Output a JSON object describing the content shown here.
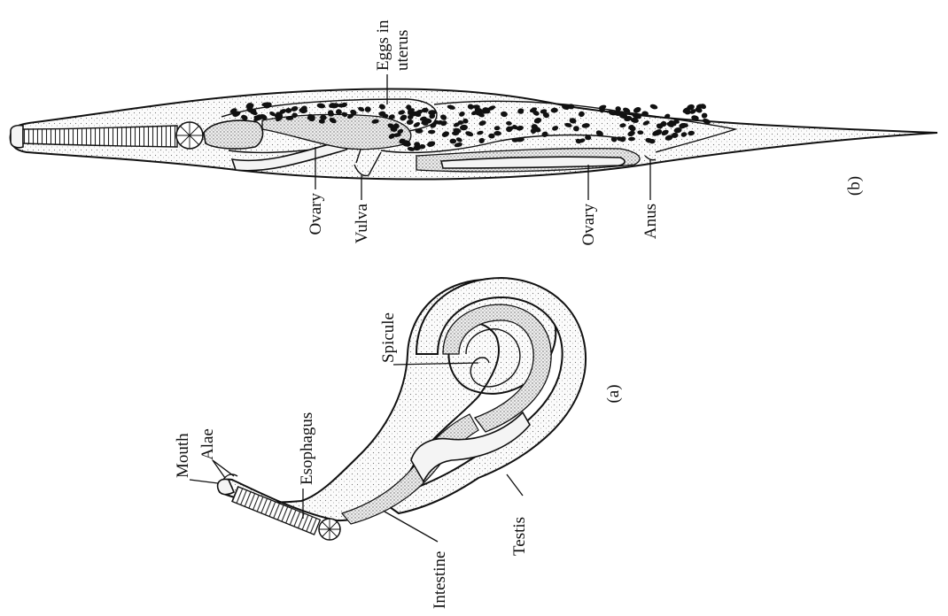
{
  "figure": {
    "panel_a": {
      "tag": "(a)",
      "labels": {
        "mouth": "Mouth",
        "alae": "Alae",
        "esophagus": "Esophagus",
        "intestine": "Intestine",
        "testis": "Testis",
        "spicule": "Spicule"
      }
    },
    "panel_b": {
      "tag": "(b)",
      "labels": {
        "eggs_line1": "Eggs in",
        "eggs_line2": "uterus",
        "ovary_left": "Ovary",
        "vulva": "Vulva",
        "ovary_right": "Ovary",
        "anus": "Anus"
      }
    },
    "colors": {
      "ink": "#111111",
      "background": "#ffffff",
      "stipple": "#f4f4f4"
    }
  }
}
